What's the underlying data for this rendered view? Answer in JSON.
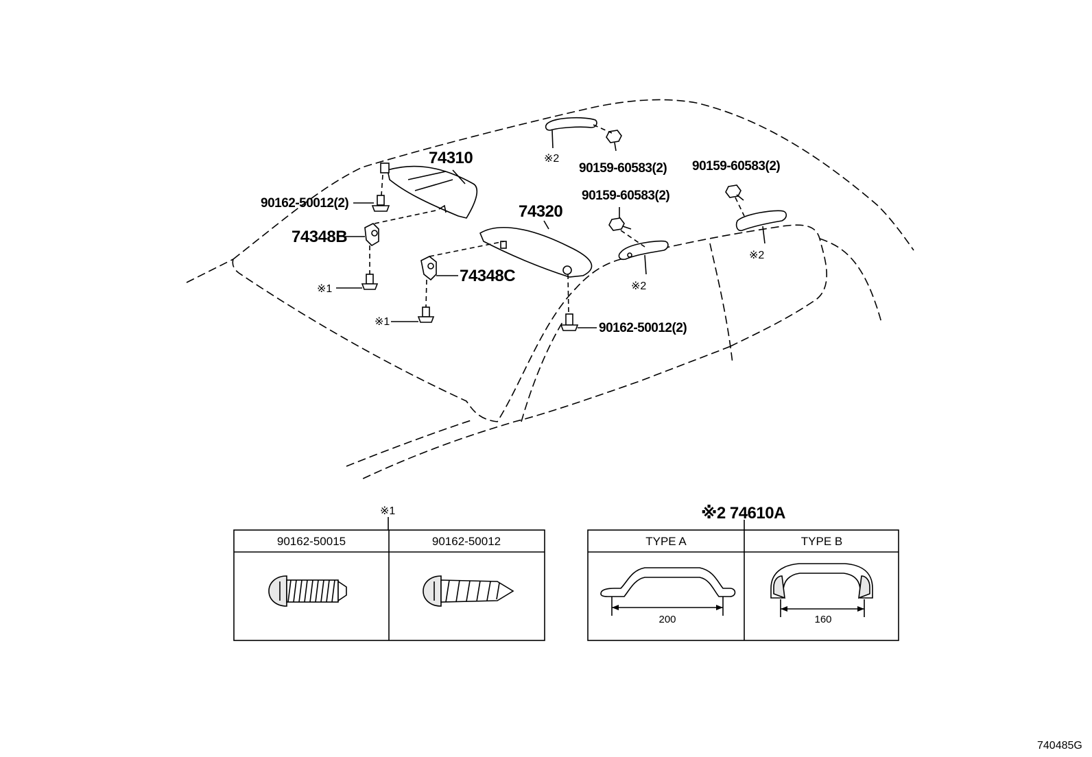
{
  "diagram": {
    "labels": {
      "visor_left": "74310",
      "visor_right": "74320",
      "holder_left": "74348B",
      "holder_right": "74348C",
      "screw_left_top": "90162-50012(2)",
      "screw_right_bottom": "90162-50012(2)",
      "bolt_1": "90159-60583(2)",
      "bolt_2": "90159-60583(2)",
      "bolt_3": "90159-60583(2)",
      "ref1_a": "※1",
      "ref1_b": "※1",
      "ref2_a": "※2",
      "ref2_b": "※2",
      "ref2_c": "※2"
    },
    "legend1": {
      "title": "※1",
      "col1": "90162-50015",
      "col2": "90162-50012"
    },
    "legend2": {
      "title": "※2 74610A",
      "col1": "TYPE  A",
      "col2": "TYPE  B",
      "dim1": "200",
      "dim2": "160"
    },
    "catalog_code": "740485G"
  }
}
